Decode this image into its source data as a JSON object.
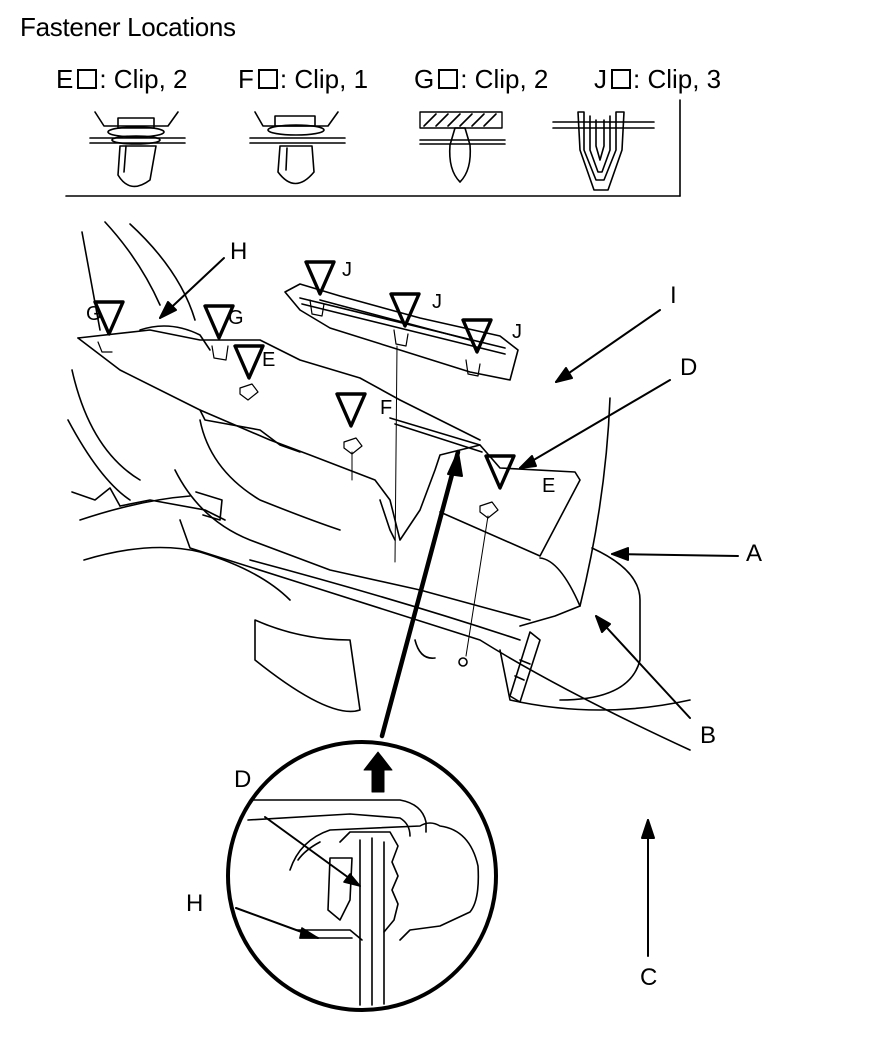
{
  "diagram": {
    "title": "Fastener Locations",
    "legend": [
      {
        "letter": "E",
        "text": ": Clip, 2"
      },
      {
        "letter": "F",
        "text": ": Clip, 1"
      },
      {
        "letter": "G",
        "text": ": Clip, 2"
      },
      {
        "letter": "J",
        "text": ": Clip, 3"
      }
    ],
    "callouts": {
      "A": "A",
      "B": "B",
      "C": "C",
      "D": "D",
      "H": "H",
      "I": "I",
      "D_detail": "D",
      "H_detail": "H"
    },
    "markers": {
      "G1": "G",
      "G2": "G",
      "E1": "E",
      "E2": "E",
      "F": "F",
      "J1": "J",
      "J2": "J",
      "J3": "J"
    }
  }
}
